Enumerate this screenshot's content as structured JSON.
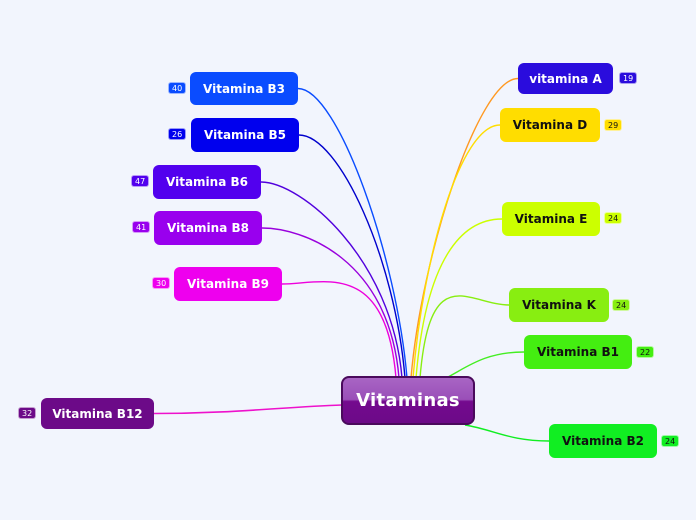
{
  "mindmap": {
    "root": {
      "label": "Vitaminas",
      "color": "#7a1a96",
      "border": "#4a0a5c",
      "text_color": "#ffffff"
    },
    "topics": [
      {
        "id": "b3",
        "label": "Vitamina B3",
        "count": "40",
        "side": "left",
        "color": "#0a4cff",
        "text_color": "#ffffff",
        "badge_color": "#0a4cff",
        "badge_text": "#ffffff",
        "line_color": "#0a4cff"
      },
      {
        "id": "b5",
        "label": "Vitamina B5",
        "count": "26",
        "side": "left",
        "color": "#0000ee",
        "text_color": "#ffffff",
        "badge_color": "#0000ee",
        "badge_text": "#ffffff",
        "line_color": "#0000cc"
      },
      {
        "id": "b6",
        "label": "Vitamina B6",
        "count": "47",
        "side": "left",
        "color": "#5200ee",
        "text_color": "#ffffff",
        "badge_color": "#5200ee",
        "badge_text": "#ffffff",
        "line_color": "#5200dd"
      },
      {
        "id": "b8",
        "label": "Vitamina B8",
        "count": "41",
        "side": "left",
        "color": "#9900ee",
        "text_color": "#ffffff",
        "badge_color": "#9900ee",
        "badge_text": "#ffffff",
        "line_color": "#9900dd"
      },
      {
        "id": "b9",
        "label": "Vitamina B9",
        "count": "30",
        "side": "left",
        "color": "#ee00ee",
        "text_color": "#ffffff",
        "badge_color": "#ee00ee",
        "badge_text": "#ffffff",
        "line_color": "#ee00dd"
      },
      {
        "id": "b12",
        "label": "Vitamina B12",
        "count": "32",
        "side": "left",
        "color": "#6c0a88",
        "text_color": "#ffffff",
        "badge_color": "#6c0a88",
        "badge_text": "#ffffff",
        "line_color": "#ee11cc"
      },
      {
        "id": "a",
        "label": "vitamina A",
        "count": "19",
        "side": "right",
        "color": "#2a0cdd",
        "text_color": "#ffffff",
        "badge_color": "#2a0cdd",
        "badge_text": "#ffffff",
        "line_color": "#ff9922"
      },
      {
        "id": "d",
        "label": "Vitamina D",
        "count": "29",
        "side": "right",
        "color": "#ffdd00",
        "text_color": "#111111",
        "badge_color": "#ffdd00",
        "badge_text": "#111111",
        "line_color": "#ffdd00"
      },
      {
        "id": "e",
        "label": "Vitamina E",
        "count": "24",
        "side": "right",
        "color": "#ccff00",
        "text_color": "#111111",
        "badge_color": "#ccff00",
        "badge_text": "#111111",
        "line_color": "#ccff00"
      },
      {
        "id": "k",
        "label": "Vitamina K",
        "count": "24",
        "side": "right",
        "color": "#88ee11",
        "text_color": "#111111",
        "badge_color": "#88ee11",
        "badge_text": "#111111",
        "line_color": "#88ee11"
      },
      {
        "id": "b1",
        "label": "Vitamina B1",
        "count": "22",
        "side": "right",
        "color": "#44ee11",
        "text_color": "#111111",
        "badge_color": "#44ee11",
        "badge_text": "#111111",
        "line_color": "#44ee22"
      },
      {
        "id": "b2",
        "label": "Vitamina B2",
        "count": "24",
        "side": "right",
        "color": "#11ee22",
        "text_color": "#111111",
        "badge_color": "#11ee22",
        "badge_text": "#111111",
        "line_color": "#11ee22"
      }
    ]
  }
}
